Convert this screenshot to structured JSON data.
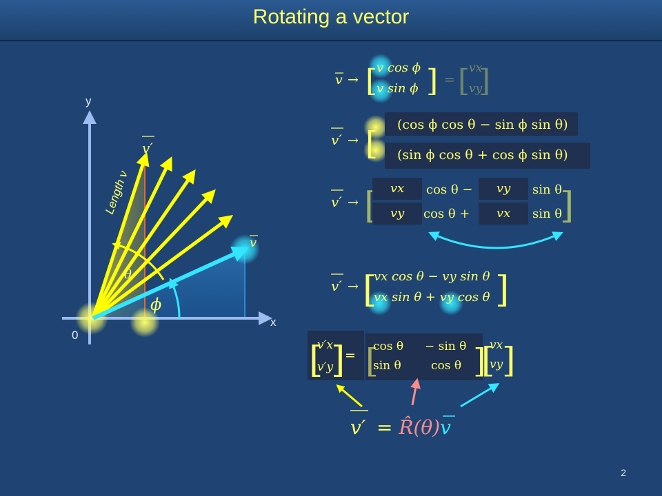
{
  "slide": {
    "title": "Rotating a vector",
    "page_number": "2"
  },
  "axes": {
    "x_label": "x",
    "y_label": "y",
    "origin_label": "0",
    "length_label": "Length",
    "length_var": "v",
    "phi": "ϕ",
    "theta": "θ",
    "v_label": "v",
    "v_prime_label": "v′"
  },
  "eq1": {
    "arrow": "→",
    "r1": "v cos ϕ",
    "r2": "v sin ϕ",
    "eq": "=",
    "c1": "vx",
    "c2": "vy"
  },
  "eq2": {
    "arrow": "→",
    "box1": "(cos ϕ cos θ − sin ϕ sin θ)",
    "box2": "(sin ϕ cos θ + cos ϕ sin θ)"
  },
  "eq3": {
    "arrow": "→",
    "a1": "vx",
    "t1": "cos θ −",
    "b1": "vy",
    "s1": "sin θ",
    "a2": "vy",
    "t2": "cos θ +",
    "b2": "vx",
    "s2": "sin θ"
  },
  "eq4": {
    "arrow": "→",
    "row1": "vx cos θ − vy sin θ",
    "row2": "vx sin θ + vy cos θ"
  },
  "matrix": {
    "lhs1": "v′x",
    "lhs2": "v′y",
    "eq": "=",
    "m11": "cos θ",
    "m12": "− sin θ",
    "m21": "sin θ",
    "m22": "cos θ",
    "c1": "vx",
    "c2": "vy"
  },
  "final": {
    "lhs": "v′",
    "rhs": "= R̂(θ)v"
  },
  "colors": {
    "yellow": "#ffff66",
    "cyan": "#33e6ff",
    "pink": "#ff8c8c",
    "bg": "#1f4473"
  }
}
